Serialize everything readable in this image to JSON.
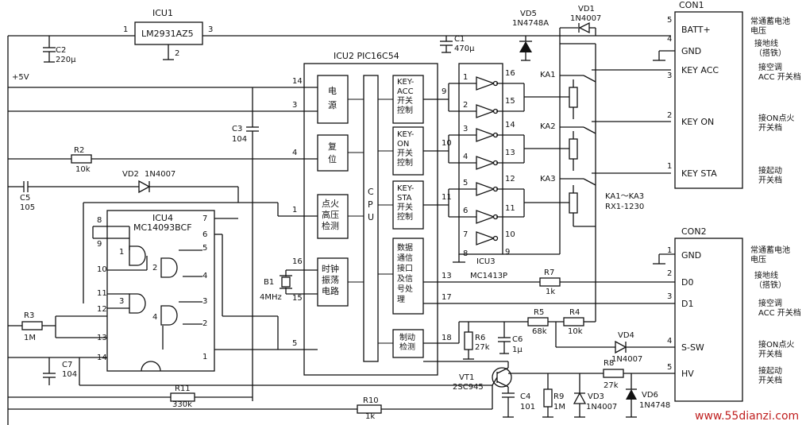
{
  "labels": {
    "icu1": "ICU1",
    "lm": "LM2931AZ5",
    "icu1_p1": "1",
    "icu1_p2": "2",
    "icu1_p3": "3",
    "c2": "C2",
    "c2v": "220μ",
    "plus5v": "+5V",
    "c1": "C1",
    "c1v": "470μ",
    "vd5": "VD5",
    "vd5v": "1N4748A",
    "vd1": "VD1",
    "vd1v": "1N4007",
    "con1": "CON1",
    "con2": "CON2",
    "icu2": "ICU2 PIC16C54",
    "pw": "电\n源",
    "rst": "复\n位",
    "ign": "点火\n高压\n检测",
    "clk": "时钟\n振荡\n电路",
    "cpu": "C\nP\nU",
    "kacc": "KEY-\nACC\n开关\n控制",
    "kon": "KEY-\nON\n开关\n控制",
    "ksta": "KEY-\nSTA\n开关\n控制",
    "dcom": "数据\n通信\n接口\n及信\n号处\n理",
    "brake": "制动\n检测",
    "c3": "C3",
    "c3v": "104",
    "r2": "R2",
    "r2v": "10k",
    "vd2": "VD2",
    "vd2v": "1N4007",
    "c5": "C5",
    "c5v": "105",
    "icu4": "ICU4",
    "icu4v": "MC14093BCF",
    "r3": "R3",
    "r3v": "1M",
    "c7": "C7",
    "c7v": "104",
    "r11": "R11",
    "r11v": "330k",
    "r10": "R10",
    "r10v": "1k",
    "b1": "B1",
    "b1v": "4MHz",
    "icu3": "ICU3",
    "mc1413": "MC1413P",
    "ka1": "KA1",
    "ka2": "KA2",
    "ka3": "KA3",
    "karel": "KA1～KA3",
    "karelv": "RX1-1230",
    "r7": "R7",
    "r7v": "1k",
    "r5": "R5",
    "r5v": "68k",
    "r4": "R4",
    "r4v": "10k",
    "r6": "R6",
    "r6v": "27k",
    "c6": "C6",
    "c6v": "1μ",
    "vd4": "VD4",
    "vd4v": "1N4007",
    "vt1": "VT1",
    "vt1v": "2SC945",
    "r8": "R8",
    "r8v": "27k",
    "c4": "C4",
    "c4v": "101",
    "r9": "R9",
    "r9v": "1M",
    "vd3": "VD3",
    "vd3v": "1N4007",
    "vd6": "VD6",
    "vd6v": "1N4748",
    "batt": "BATT+",
    "gnd": "GND",
    "keyacc": "KEY ACC",
    "keyon": "KEY ON",
    "keysta": "KEY STA",
    "d0": "D0",
    "d1": "D1",
    "ssw": "S-SW",
    "hv": "HV",
    "d_batt": "常通蓄电池\n电压",
    "d_gnd": "接地线\n（搭铁）",
    "d_acc": "接空调\nACC 开关档",
    "d_on": "接ON点火\n开关档",
    "d_sta": "接起动\n开关档",
    "watermark": "www.55dianzi.com"
  },
  "pins": {
    "icu2": [
      "14",
      "3",
      "4",
      "1",
      "16",
      "15",
      "5",
      "9",
      "10",
      "11",
      "13",
      "17",
      "18"
    ],
    "icu3": [
      "1",
      "16",
      "2",
      "15",
      "3",
      "14",
      "4",
      "13",
      "5",
      "12",
      "6",
      "11",
      "7",
      "10",
      "8",
      "9"
    ],
    "icu4": [
      "8",
      "9",
      "1",
      "10",
      "11",
      "12",
      "3",
      "13",
      "14",
      "7",
      "6",
      "5",
      "2",
      "4",
      "3",
      "4",
      "2",
      "1"
    ],
    "con1": [
      "5",
      "4",
      "3",
      "2",
      "1"
    ],
    "con2": [
      "1",
      "2",
      "3",
      "4",
      "5"
    ]
  }
}
